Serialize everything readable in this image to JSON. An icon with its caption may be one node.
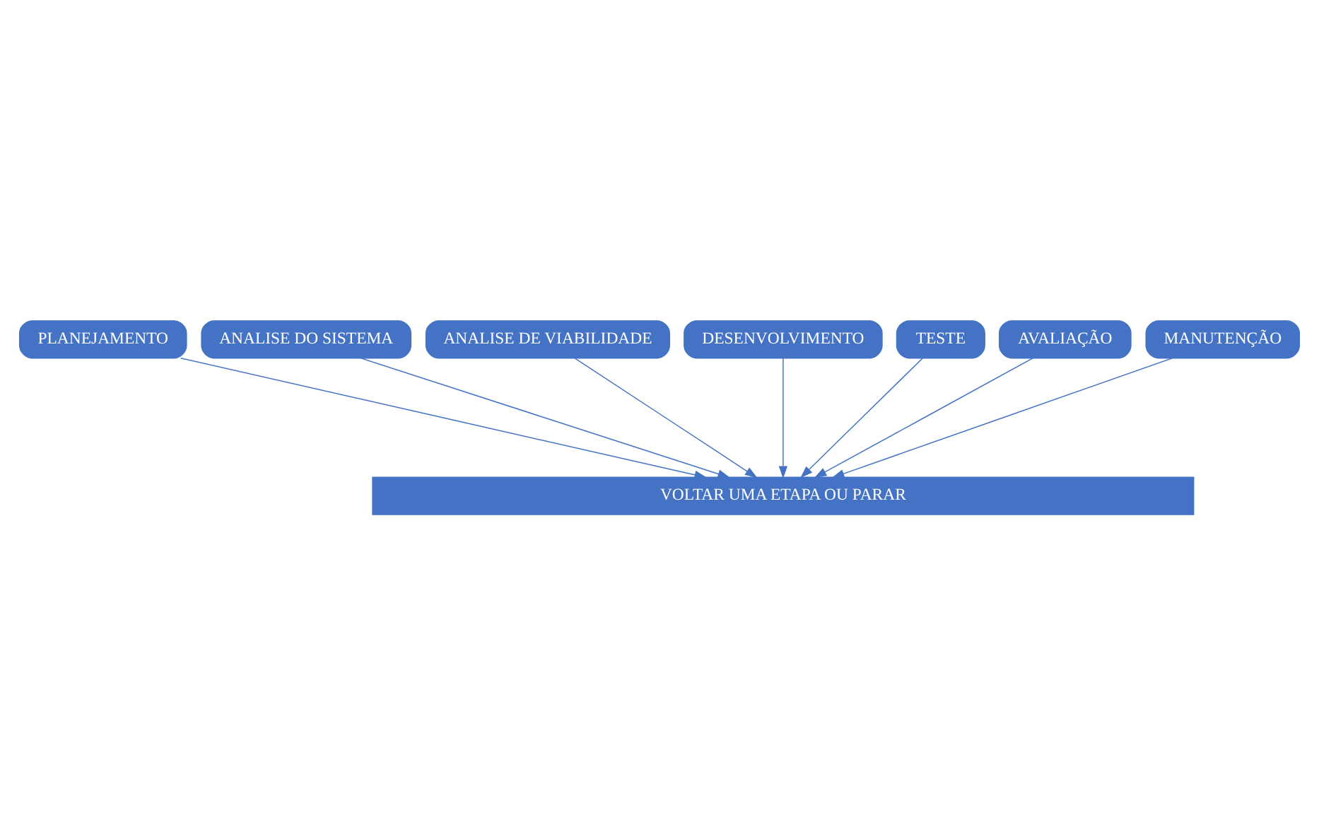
{
  "diagram": {
    "nodes": [
      {
        "text": [
          "PLANEJAMENTO"
        ]
      },
      {
        "text": [
          "ANALISE DO SISTEMA"
        ]
      },
      {
        "text": [
          "ANALISE DE VIABILIDADE"
        ]
      },
      {
        "text": [
          "DESENVOLVIMENTO"
        ]
      },
      {
        "text": [
          "TESTE"
        ]
      },
      {
        "text": [
          "AVALIAÇÃO"
        ]
      },
      {
        "text": [
          "MANUTENÇÃO"
        ]
      },
      {
        "text": [
          "VOLTAR UMA ETAPA OU PARAR"
        ]
      }
    ],
    "edges": [
      {
        "from": 0,
        "to": 7,
        "arrow": "to"
      },
      {
        "from": 1,
        "to": 7,
        "arrow": "to"
      },
      {
        "from": 2,
        "to": 7,
        "arrow": "to"
      },
      {
        "from": 3,
        "to": 7,
        "arrow": "to"
      },
      {
        "from": 4,
        "to": 7,
        "arrow": "to"
      },
      {
        "from": 5,
        "to": 7,
        "arrow": "to"
      },
      {
        "from": 6,
        "to": 7,
        "arrow": "to"
      }
    ]
  }
}
